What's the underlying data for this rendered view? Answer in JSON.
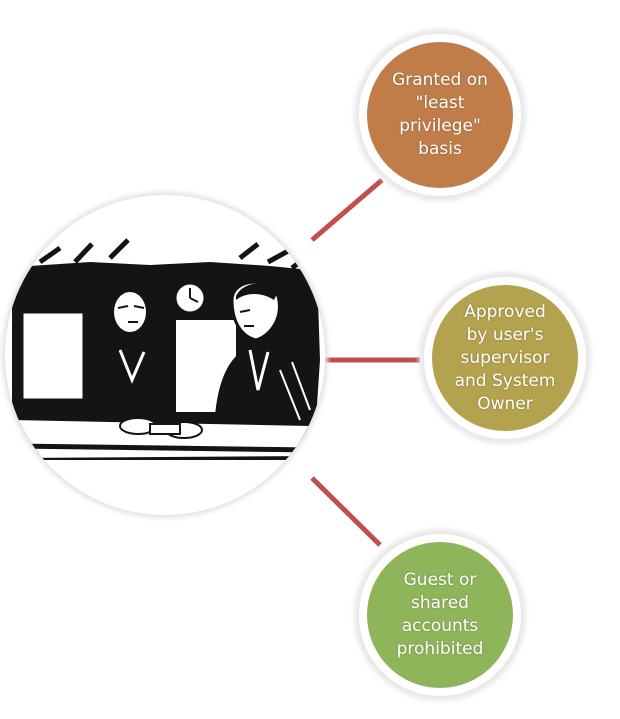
{
  "center_image": {
    "icon": "service-desk-clipart-icon"
  },
  "nodes": [
    {
      "id": "least-privilege",
      "label": "Granted on\n\"least\nprivilege\"\nbasis",
      "color": "#c07d49"
    },
    {
      "id": "approval",
      "label": "Approved\nby user's\nsupervisor\nand System\nOwner",
      "color": "#b3a24e"
    },
    {
      "id": "no-shared",
      "label": "Guest or\nshared\naccounts\nprohibited",
      "color": "#8fb55b"
    }
  ],
  "colors": {
    "connector": "#c0504d",
    "center_ring": "#d9d9d9",
    "node_ring": "#e4e4e4"
  }
}
